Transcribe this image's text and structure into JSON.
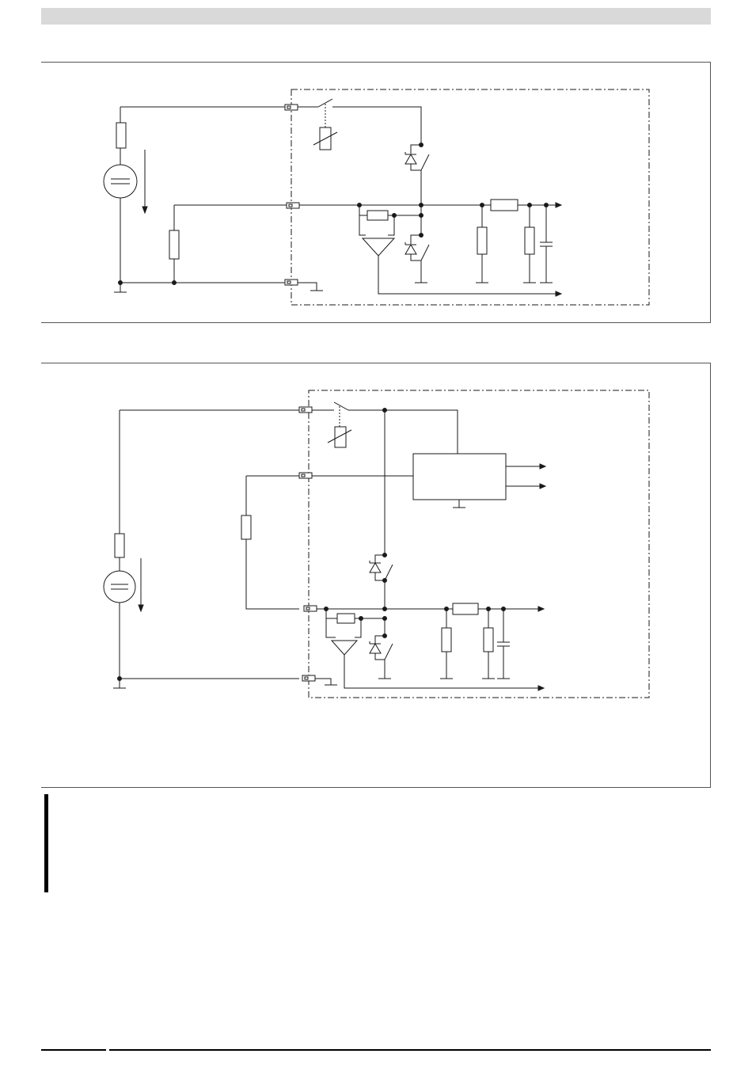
{
  "colors": {
    "line": "#1a1a1a",
    "frame": "#555555",
    "header_bar": "#d9d9d9",
    "fill": "#ffffff"
  },
  "figures": [
    {
      "id": "figure-1",
      "content": "circuit-diagram",
      "caption": ""
    },
    {
      "id": "figure-2",
      "content": "circuit-diagram",
      "caption": ""
    }
  ],
  "icons": [
    "dc-source-icon",
    "resistor-icon",
    "relay-coil-icon",
    "zener-diode-icon",
    "switch-icon",
    "capacitor-icon",
    "amplifier-icon",
    "ground-icon",
    "terminal-icon",
    "arrow-icon"
  ]
}
